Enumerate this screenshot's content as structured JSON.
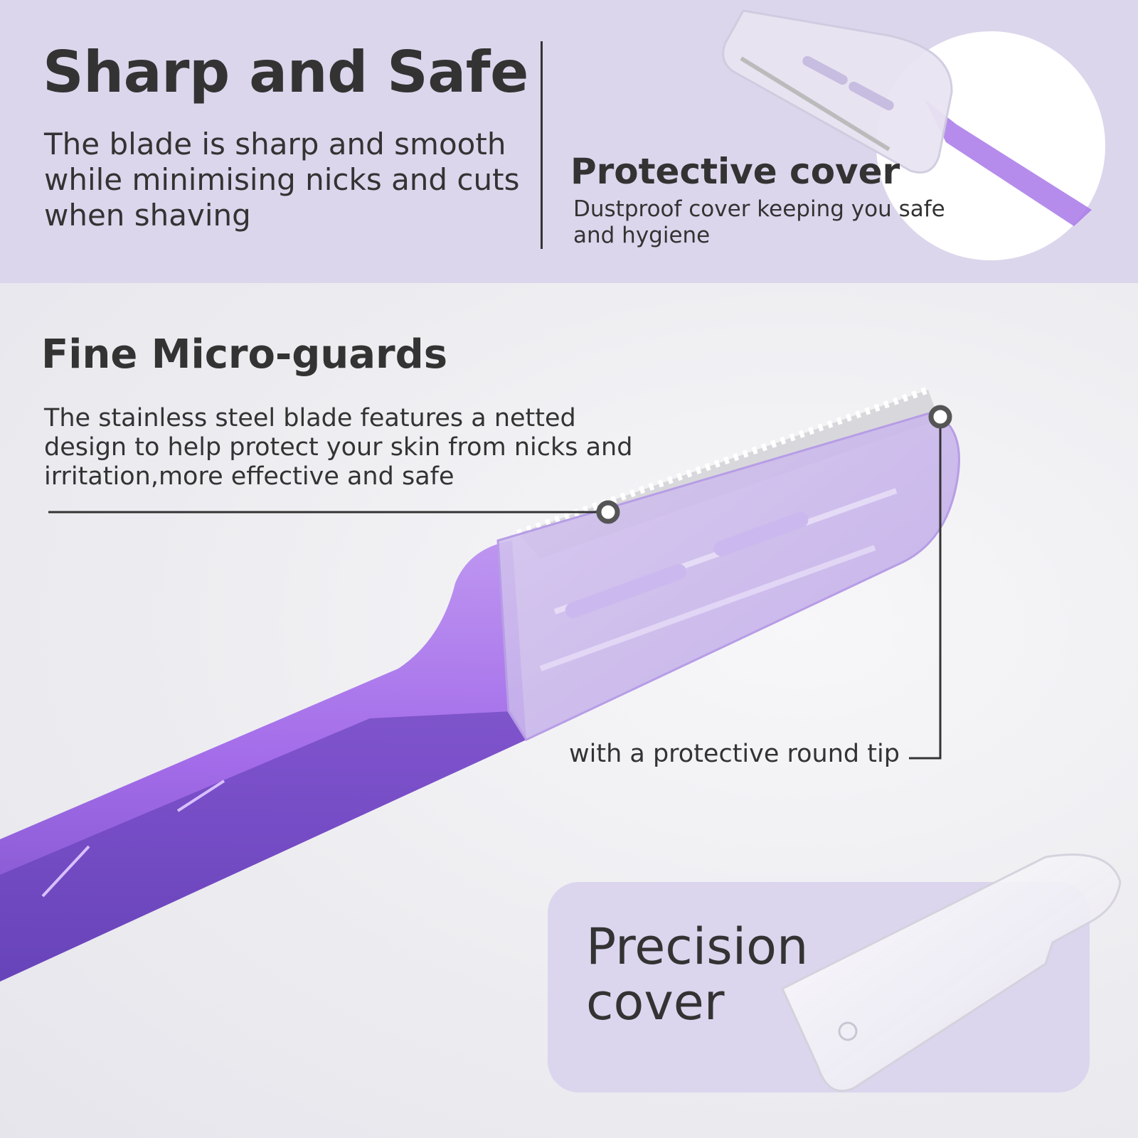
{
  "top_section": {
    "headline": "Sharp and Safe",
    "description": "The blade is sharp and smooth while minimising nicks and cuts when shaving",
    "cover": {
      "title": "Protective cover",
      "description": "Dustproof cover keeping you safe and hygiene"
    }
  },
  "guards_section": {
    "title": "Fine Micro-guards",
    "description": "The stainless steel blade features a netted design to help protect your skin from nicks and irritation,more effective and safe",
    "tip_callout": "with a protective round tip"
  },
  "precision_card": {
    "title": "Precision cover"
  },
  "colors": {
    "band": "#dcd6ec",
    "handle": "#9b5de8",
    "handle_dark": "#6a3fc0",
    "text": "#333333"
  },
  "icons": [
    "razor-illustration",
    "cover-illustration",
    "callout-dot-icon"
  ]
}
